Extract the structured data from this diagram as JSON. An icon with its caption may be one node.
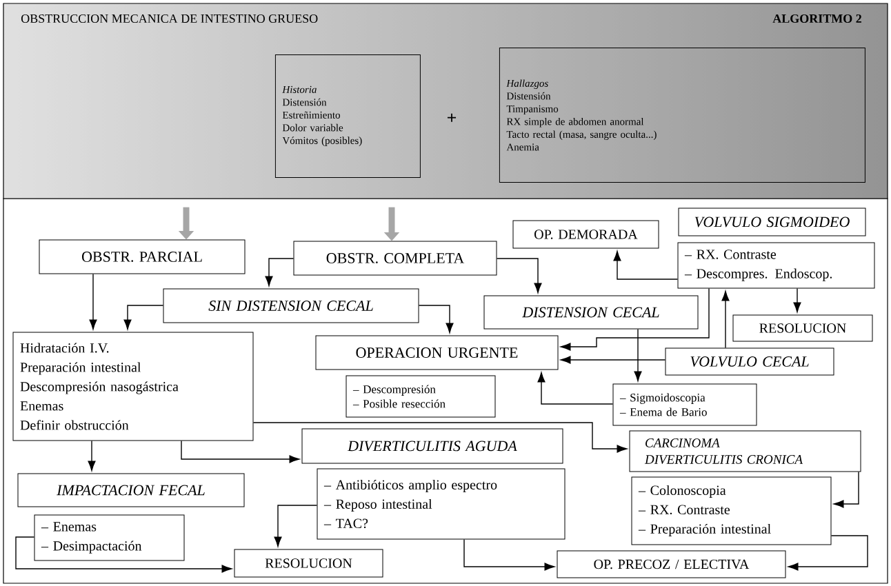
{
  "diagram": {
    "title": "OBSTRUCCION MECANICA DE INTESTINO GRUESO",
    "nodes": [
      {
        "text": [],
        "shape": "box"
      },
      {
        "text": [
          "Historia",
          "Distensión",
          "Estreñimiento",
          "Dolor variable",
          "Vómitos (posibles)"
        ],
        "in": 0
      },
      {
        "text": [
          "Hallazgos",
          "Distensión",
          "Timpanismo",
          "RX simple de abdomen anormal",
          "Tacto rectal (masa, sangre oculta...)",
          "Anemia"
        ],
        "in": 0
      },
      {
        "text": [
          "OBSTR. PARCIAL"
        ]
      },
      {
        "text": [
          "OBSTR. COMPLETA"
        ]
      },
      {
        "text": [
          "OP. DEMORADA"
        ]
      },
      {
        "text": [
          "VOLVULO SIGMOIDEO"
        ]
      },
      {
        "text": [
          "– RX. Contraste",
          "– Descompres. Endoscop."
        ]
      },
      {
        "text": [
          "SIN DISTENSION CECAL"
        ]
      },
      {
        "text": [
          "DISTENSION CECAL"
        ]
      },
      {
        "text": [
          "RESOLUCION"
        ]
      },
      {
        "text": [
          "Hidratación I.V.",
          "Preparación intestinal",
          "Descompresión nasogástrica",
          "Enemas",
          "Definir obstrucción"
        ]
      },
      {
        "text": [
          "OPERACION URGENTE"
        ]
      },
      {
        "text": [
          "VOLVULO CECAL"
        ]
      },
      {
        "text": [
          "– Descompresión",
          "– Posible resección"
        ]
      },
      {
        "text": [
          "– Sigmoidoscopia",
          "– Enema de Bario"
        ]
      },
      {
        "text": [
          "DIVERTICULITIS AGUDA"
        ]
      },
      {
        "text": [
          "CARCINOMA",
          "DIVERTICULITIS CRONICA"
        ]
      },
      {
        "text": [
          "IMPACTACION FECAL"
        ]
      },
      {
        "text": [
          "– Antibióticos amplio espectro",
          "– Reposo intestinal",
          "– TAC?"
        ]
      },
      {
        "text": [
          "– Colonoscopia",
          "– RX. Contraste",
          "– Preparación intestinal"
        ]
      },
      {
        "text": [
          "– Enemas",
          "– Desimpactación"
        ]
      },
      {
        "text": [
          "RESOLUCION"
        ]
      },
      {
        "text": [
          "OP. PRECOZ / ELECTIVA"
        ]
      }
    ],
    "edges": [
      {
        "from": 0,
        "to": 3,
        "arrow": "to",
        "style": "thick",
        "color": "#a6a6a6"
      },
      {
        "from": 0,
        "to": 4,
        "arrow": "to",
        "style": "thick",
        "color": "#a6a6a6"
      },
      {
        "from": 4,
        "to": 8,
        "arrow": "to"
      },
      {
        "from": 4,
        "to": 9,
        "arrow": "to"
      },
      {
        "from": 3,
        "to": 11,
        "arrow": "to"
      },
      {
        "from": 8,
        "to": 11,
        "arrow": "to"
      },
      {
        "from": 8,
        "to": 12,
        "arrow": "to"
      },
      {
        "from": 7,
        "to": 5,
        "arrow": "to"
      },
      {
        "from": 7,
        "to": 10,
        "arrow": "to"
      },
      {
        "from": 7,
        "to": 12,
        "arrow": "to"
      },
      {
        "from": 13,
        "to": 12,
        "arrow": "to"
      },
      {
        "from": 13,
        "to": 7,
        "arrow": "to"
      },
      {
        "from": 9,
        "to": 15,
        "arrow": "to"
      },
      {
        "from": 15,
        "to": 12,
        "arrow": "to"
      },
      {
        "from": 11,
        "to": 17,
        "arrow": "to"
      },
      {
        "from": 11,
        "to": 16,
        "arrow": "to"
      },
      {
        "from": 11,
        "to": 18,
        "arrow": "to"
      },
      {
        "from": 19,
        "to": 22,
        "arrow": "to"
      },
      {
        "from": 19,
        "to": 23,
        "arrow": "to"
      },
      {
        "from": 17,
        "to": 20,
        "arrow": "to"
      },
      {
        "from": 20,
        "to": 23,
        "arrow": "to"
      },
      {
        "from": 21,
        "to": 22,
        "arrow": "to"
      }
    ],
    "labels": [
      "ALGORITMO 2",
      "+"
    ]
  }
}
